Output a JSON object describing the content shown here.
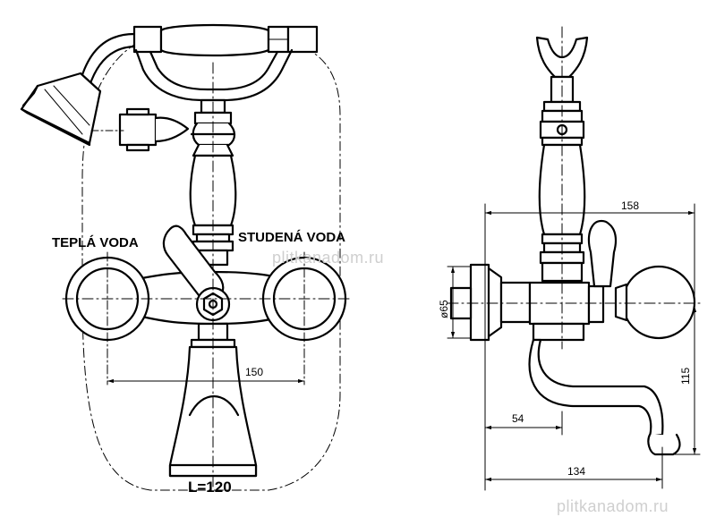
{
  "labels": {
    "hot_water": "TEPLÁ VODA",
    "cold_water": "STUDENÁ VODA",
    "spout_length": "L=120"
  },
  "dimensions": {
    "center_distance": "150",
    "overall_depth": "158",
    "diameter": "ø65",
    "wall_offset": "54",
    "spout_reach": "134",
    "spout_height": "115"
  },
  "watermarks": {
    "center": "plitkanadom.ru",
    "bottom_right": "plitkanadom.ru"
  }
}
